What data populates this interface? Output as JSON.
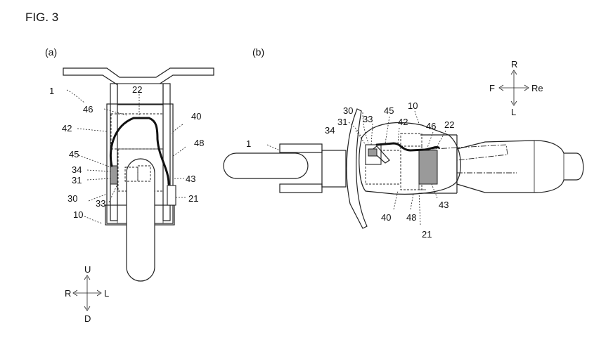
{
  "figure": {
    "title": "FIG. 3",
    "panel_a": "(a)",
    "panel_b": "(b)"
  },
  "panel_a_labels": {
    "l1": "1",
    "l22": "22",
    "l46": "46",
    "l40": "40",
    "l42": "42",
    "l48": "48",
    "l45": "45",
    "l34": "34",
    "l31": "31",
    "l43": "43",
    "l30": "30",
    "l33": "33",
    "l21": "21",
    "l10": "10"
  },
  "panel_b_labels": {
    "l30": "30",
    "l45": "45",
    "l10": "10",
    "l33": "33",
    "l42": "42",
    "l46": "46",
    "l22": "22",
    "l34": "34",
    "l31": "31",
    "l1": "1",
    "l43": "43",
    "l40": "40",
    "l48": "48",
    "l21": "21"
  },
  "direction_a": {
    "up": "U",
    "down": "D",
    "left": "R",
    "right": "L"
  },
  "direction_b": {
    "up": "R",
    "down": "L",
    "left": "F",
    "right": "Re"
  }
}
